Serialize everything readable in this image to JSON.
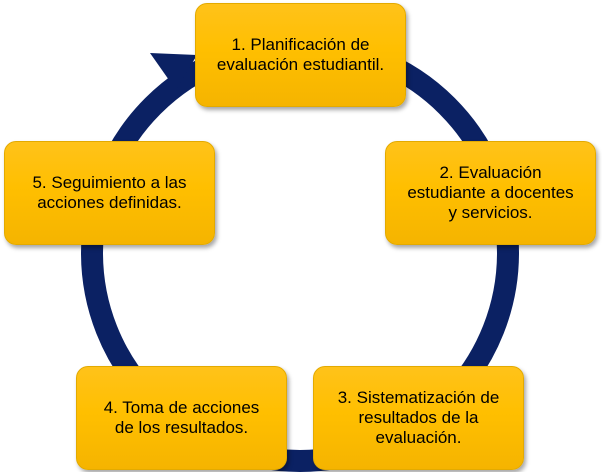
{
  "diagram": {
    "type": "cycle",
    "ring_color": "#0b2163",
    "box_color": "#ffbf00",
    "steps": [
      {
        "label": "1. Planificación de\nevaluación estudiantil."
      },
      {
        "label": "2. Evaluación\nestudiante a docentes\ny servicios."
      },
      {
        "label": "3. Sistematización de\nresultados de la\nevaluación."
      },
      {
        "label": "4. Toma de acciones\nde los resultados."
      },
      {
        "label": "5. Seguimiento a las\nacciones definidas."
      }
    ]
  }
}
